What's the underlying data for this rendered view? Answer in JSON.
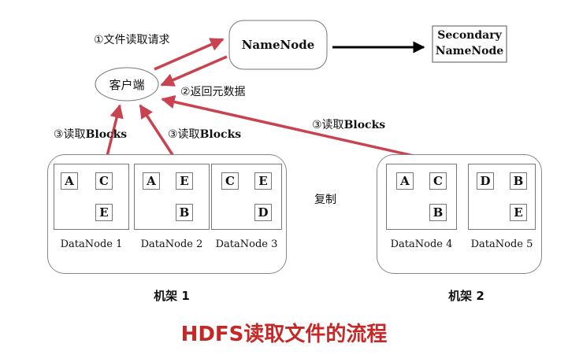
{
  "nodes": {
    "namenode": "NameNode",
    "secondary_line1": "Secondary",
    "secondary_line2": "NameNode",
    "client": "客户端"
  },
  "annotations": {
    "read_request": "①文件读取请求",
    "return_metadata": "②返回元数据",
    "read_blocks_prefix": "③读取",
    "read_blocks_suffix": "Blocks",
    "replicate": "复制"
  },
  "racks": [
    {
      "label": "机架 1",
      "datanodes": [
        {
          "label": "DataNode 1",
          "blocks": [
            "A",
            "C",
            "E"
          ]
        },
        {
          "label": "DataNode 2",
          "blocks": [
            "A",
            "E",
            "B"
          ]
        },
        {
          "label": "DataNode 3",
          "blocks": [
            "C",
            "E",
            "D"
          ]
        }
      ]
    },
    {
      "label": "机架 2",
      "datanodes": [
        {
          "label": "DataNode 4",
          "blocks": [
            "A",
            "C",
            "B"
          ]
        },
        {
          "label": "DataNode 5",
          "blocks": [
            "D",
            "B",
            "E"
          ]
        }
      ]
    }
  ],
  "caption": "HDFS读取文件的流程",
  "colors": {
    "arrow": "#c8434f",
    "caption": "#c62828",
    "black_arrow": "#000000"
  }
}
